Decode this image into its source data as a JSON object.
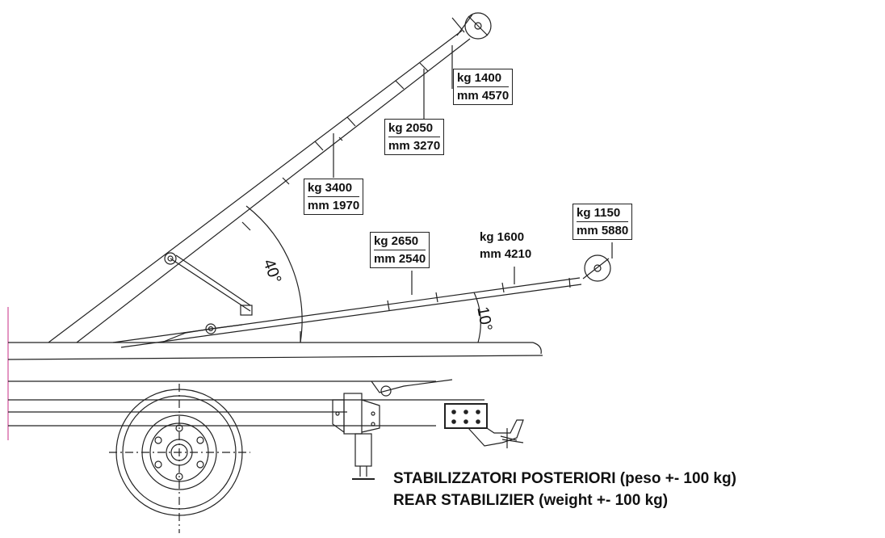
{
  "load_labels": [
    {
      "kg": "kg 1400",
      "mm": "mm 4570"
    },
    {
      "kg": "kg 2050",
      "mm": "mm 3270"
    },
    {
      "kg": "kg 3400",
      "mm": "mm 1970"
    },
    {
      "kg": "kg 2650",
      "mm": "mm 2540"
    },
    {
      "kg": "kg 1600",
      "mm": "mm 4210"
    },
    {
      "kg": "kg 1150",
      "mm": "mm 5880"
    }
  ],
  "angles": {
    "upper": "40°",
    "lower": "10°"
  },
  "caption": {
    "line1": "STABILIZZATORI POSTERIORI  (peso +- 100 kg)",
    "line2": "REAR STABILIZIER  (weight +- 100 kg)"
  }
}
